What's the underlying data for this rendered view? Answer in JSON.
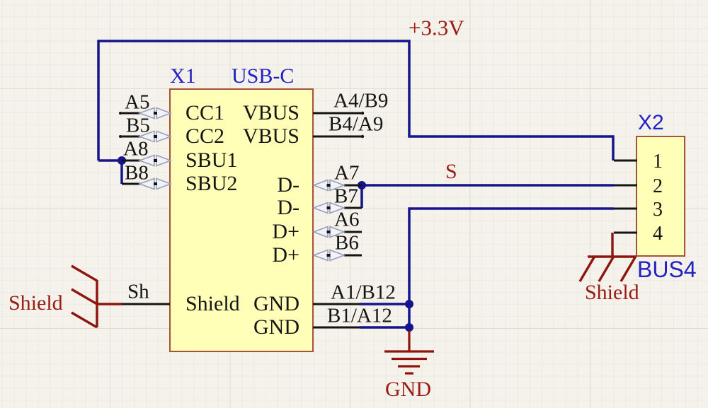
{
  "components": {
    "x1": {
      "designator": "X1",
      "comment": "USB-C",
      "pin_names": {
        "cc1": "CC1",
        "cc2": "CC2",
        "sbu1": "SBU1",
        "sbu2": "SBU2",
        "shield": "Shield",
        "vbus1": "VBUS",
        "vbus2": "VBUS",
        "dm1": "D-",
        "dm2": "D-",
        "dp1": "D+",
        "dp2": "D+",
        "gnd1": "GND",
        "gnd2": "GND"
      },
      "pin_designators": {
        "a5": "A5",
        "b5": "B5",
        "a8": "A8",
        "b8": "B8",
        "sh": "Sh",
        "a4b9": "A4/B9",
        "b4a9": "B4/A9",
        "a7": "A7",
        "b7": "B7",
        "a6": "A6",
        "b6": "B6",
        "a1b12": "A1/B12",
        "b1a12": "B1/A12"
      }
    },
    "x2": {
      "designator": "X2",
      "comment": "BUS4",
      "pin_numbers": [
        "1",
        "2",
        "3",
        "4"
      ]
    }
  },
  "nets": {
    "power": "+3.3V",
    "signal_s": "S",
    "ground": "GND",
    "shield_left": "Shield",
    "shield_right": "Shield"
  },
  "colors": {
    "wire": "#14148C",
    "net_label_red": "#9A1B14",
    "symbol_red": "#8E150E",
    "component_fill": "#FFFFB8",
    "component_border": "#A5523C",
    "annotation_blue": "#2121C4",
    "pin_black": "#151515",
    "background": "#F5F2EC"
  }
}
